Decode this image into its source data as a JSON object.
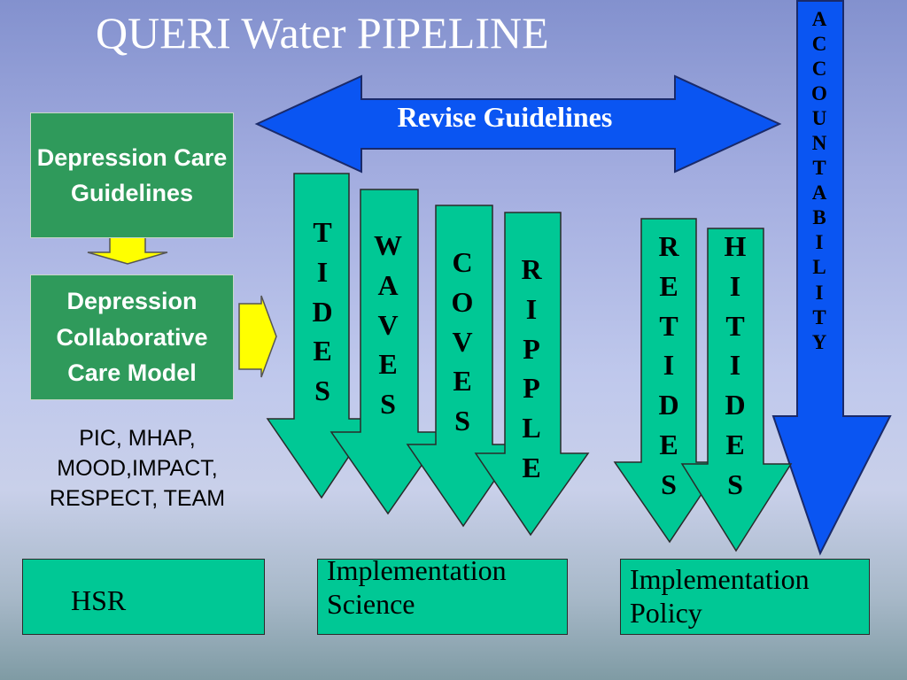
{
  "title": "QUERI Water PIPELINE",
  "guidelines_box": "Depression Care Guidelines",
  "care_model_box": "Depression Collaborative Care Model",
  "models_list": "PIC, MHAP, MOOD,IMPACT, RESPECT, TEAM",
  "revise_label": "Revise Guidelines",
  "streams": [
    {
      "letters": "T\nI\nD\nE\nS"
    },
    {
      "letters": "W\nA\nV\nE\nS"
    },
    {
      "letters": "C\nO\nV\nE\nS"
    },
    {
      "letters": "R\nI\nP\nP\nL\nE"
    },
    {
      "letters": "R\nE\nT\nI\nD\nE\nS"
    },
    {
      "letters": "H\nI\nT\nI\nD\nE\nS"
    }
  ],
  "accountability": "A\nC\nC\nO\nU\nN\nT\nA\nB\nI\nL\nI\nT\nY",
  "bottom_boxes": {
    "hsr": "HSR",
    "impl_science": "Implementation\nScience",
    "impl_policy": "Implementation\nPolicy"
  },
  "colors": {
    "green_box": "#2f9a5b",
    "teal": "#00c895",
    "blue_arrow": "#0a55f2",
    "yellow_arrow": "#ffff00"
  }
}
